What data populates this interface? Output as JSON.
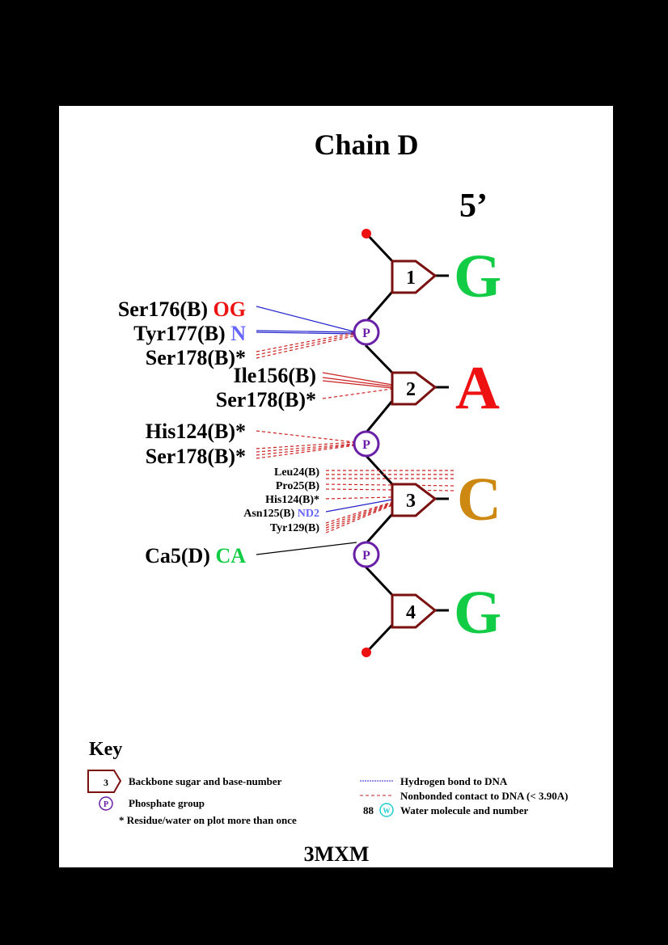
{
  "title": "Chain D",
  "end_label": "5’",
  "pdb_id": "3MXM",
  "colors": {
    "sugar": "#7a1010",
    "phosphate": "#6a1fa8",
    "hbond": "#2222cc",
    "nonbonded": "#cc2222",
    "metal_contact": "#000000",
    "terminal_dot": "#ee1111",
    "base_G": "#11cc44",
    "base_A": "#ee1111",
    "base_C": "#cc8811",
    "atom_O": "#ee1111",
    "atom_N": "#6666ff",
    "atom_CA": "#11cc44",
    "water": "#22cccc"
  },
  "nucleotides": [
    {
      "number": "1",
      "base": "G"
    },
    {
      "number": "2",
      "base": "A"
    },
    {
      "number": "3",
      "base": "C"
    },
    {
      "number": "4",
      "base": "G"
    }
  ],
  "phosphate_label": "P",
  "residue_labels": [
    {
      "residue": "Ser176(B)",
      "atom": "OG",
      "atom_color": "atom_O"
    },
    {
      "residue": "Tyr177(B)",
      "atom": "N",
      "atom_color": "atom_N"
    },
    {
      "residue": "Ser178(B)*",
      "atom": ""
    },
    {
      "residue": "Ile156(B)",
      "atom": ""
    },
    {
      "residue": "Ser178(B)*",
      "atom": ""
    },
    {
      "residue": "His124(B)*",
      "atom": ""
    },
    {
      "residue": "Ser178(B)*",
      "atom": ""
    },
    {
      "residue": "Leu24(B)",
      "atom": ""
    },
    {
      "residue": "Pro25(B)",
      "atom": ""
    },
    {
      "residue": "His124(B)*",
      "atom": ""
    },
    {
      "residue": "Asn125(B)",
      "atom": "ND2",
      "atom_color": "atom_N"
    },
    {
      "residue": "Tyr129(B)",
      "atom": ""
    },
    {
      "residue": "Ca5(D)",
      "atom": "CA",
      "atom_color": "atom_CA"
    }
  ],
  "key": {
    "heading": "Key",
    "sugar_example_number": "3",
    "sugar_text": "Backbone sugar and base-number",
    "phosphate_symbol": "P",
    "phosphate_text": "Phosphate group",
    "repeat_text": "* Residue/water on plot more than once",
    "hbond_text": "Hydrogen bond to DNA",
    "nonbonded_text": "Nonbonded contact to DNA (< 3.90A)",
    "water_number": "88",
    "water_symbol": "W",
    "water_text": "Water molecule and number"
  }
}
